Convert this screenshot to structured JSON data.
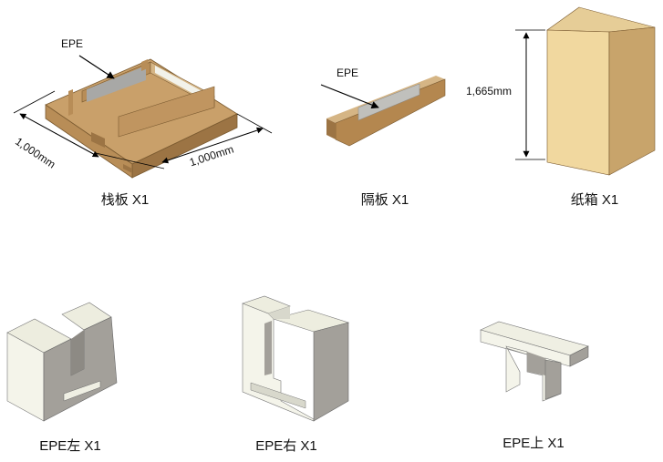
{
  "parts": [
    {
      "label": "栈板 X1",
      "callout": "EPE",
      "dim_left": "1,000mm",
      "dim_right": "1,000mm"
    },
    {
      "label": "隔板 X1",
      "callout": "EPE"
    },
    {
      "label": "纸箱 X1",
      "dim_height": "1,665mm"
    },
    {
      "label": "EPE左 X1"
    },
    {
      "label": "EPE右 X1"
    },
    {
      "label": "EPE上 X1"
    }
  ],
  "colors": {
    "wood": "#c9a06a",
    "wood_dark": "#9c7444",
    "carton_front": "#f1d89f",
    "carton_side": "#c8a46b",
    "epe_light": "#efefe3",
    "epe_dark": "#a3a09a"
  }
}
